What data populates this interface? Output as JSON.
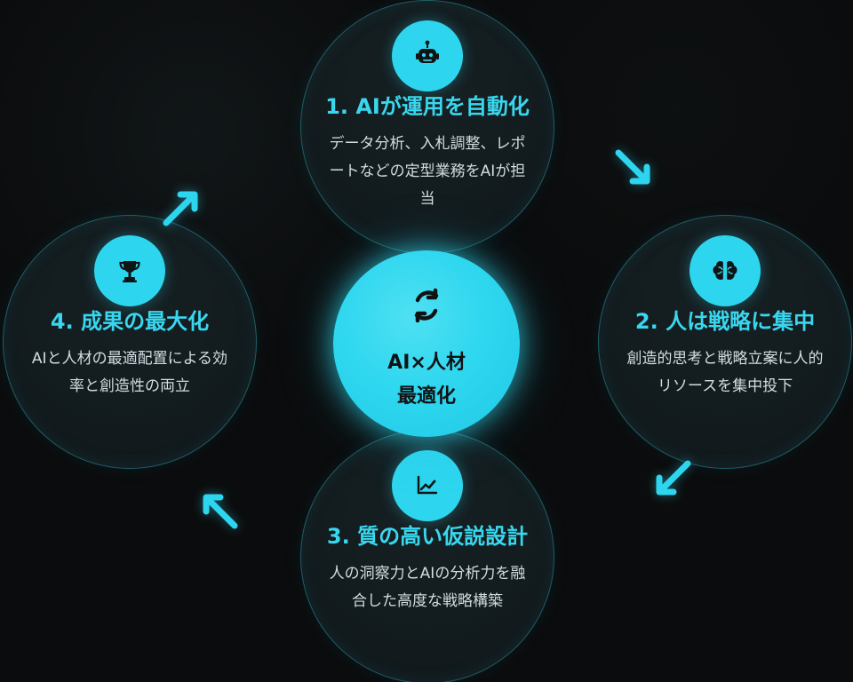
{
  "diagram": {
    "center": {
      "icon": "refresh-icon",
      "line1": "AI×人材",
      "line2": "最適化"
    },
    "steps": [
      {
        "icon": "robot-icon",
        "title": "1. AIが運用を自動化",
        "description": "データ分析、入札調整、レポートなどの定型業務をAIが担当"
      },
      {
        "icon": "brain-icon",
        "title": "2. 人は戦略に集中",
        "description": "創造的思考と戦略立案に人的リソースを集中投下"
      },
      {
        "icon": "chart-line-icon",
        "title": "3. 質の高い仮説設計",
        "description": "人の洞察力とAIの分析力を融合した高度な戦略構築"
      },
      {
        "icon": "trophy-icon",
        "title": "4. 成果の最大化",
        "description": "AIと人材の最適配置による効率と創造性の両立"
      }
    ],
    "colors": {
      "accent": "#2ED5EE",
      "background": "#0B0C0D",
      "panel": "#172226",
      "title": "#39D7EF",
      "text": "#D2DDE1",
      "center_text": "#101314"
    }
  }
}
